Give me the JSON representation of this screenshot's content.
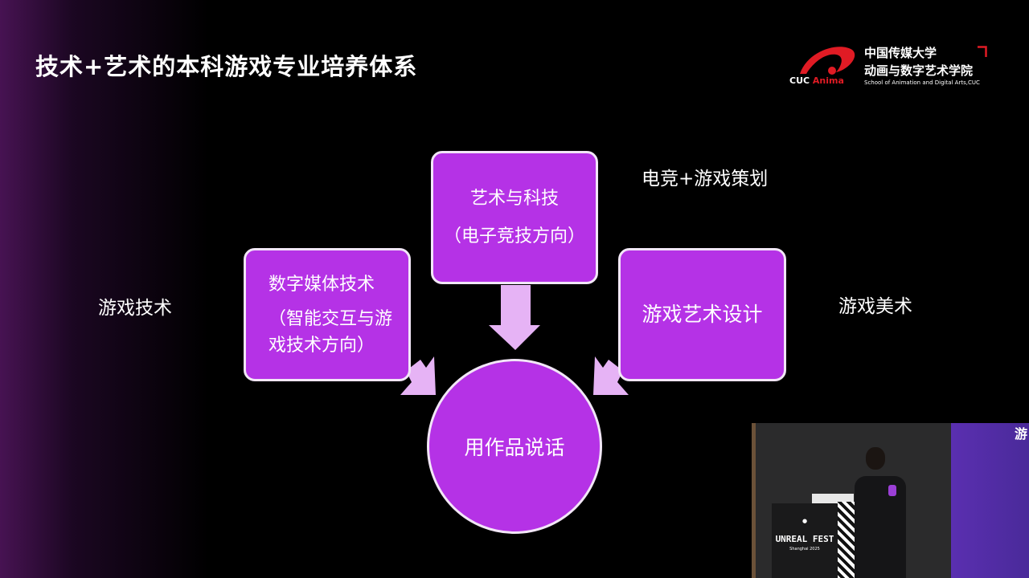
{
  "slide": {
    "title": "技术+艺术的本科游戏专业培养体系",
    "logo": {
      "brand_a": "CUC ",
      "brand_b": "Anima",
      "name_line1": "中国传媒大学",
      "name_line2": "动画与数字艺术学院",
      "name_en": "School of Animation and Digital Arts,CUC"
    },
    "boxes": {
      "top": {
        "line1": "艺术与科技",
        "line2": "（电子竞技方向）"
      },
      "left": {
        "line1": "数字媒体技术",
        "line2": "（智能交互与游",
        "line3": "戏技术方向）"
      },
      "right": {
        "line1": "游戏艺术设计"
      }
    },
    "center": "用作品说话",
    "labels": {
      "top_right": "电竞+游戏策划",
      "left": "游戏技术",
      "right": "游戏美术"
    },
    "colors": {
      "box": "#b532e6",
      "arrow": "#e6b3f5",
      "border": "#f2e6f7"
    }
  },
  "video": {
    "podium_text": "UNREAL FEST",
    "podium_sub": "Shanghai 2025",
    "screen_text": "游"
  }
}
